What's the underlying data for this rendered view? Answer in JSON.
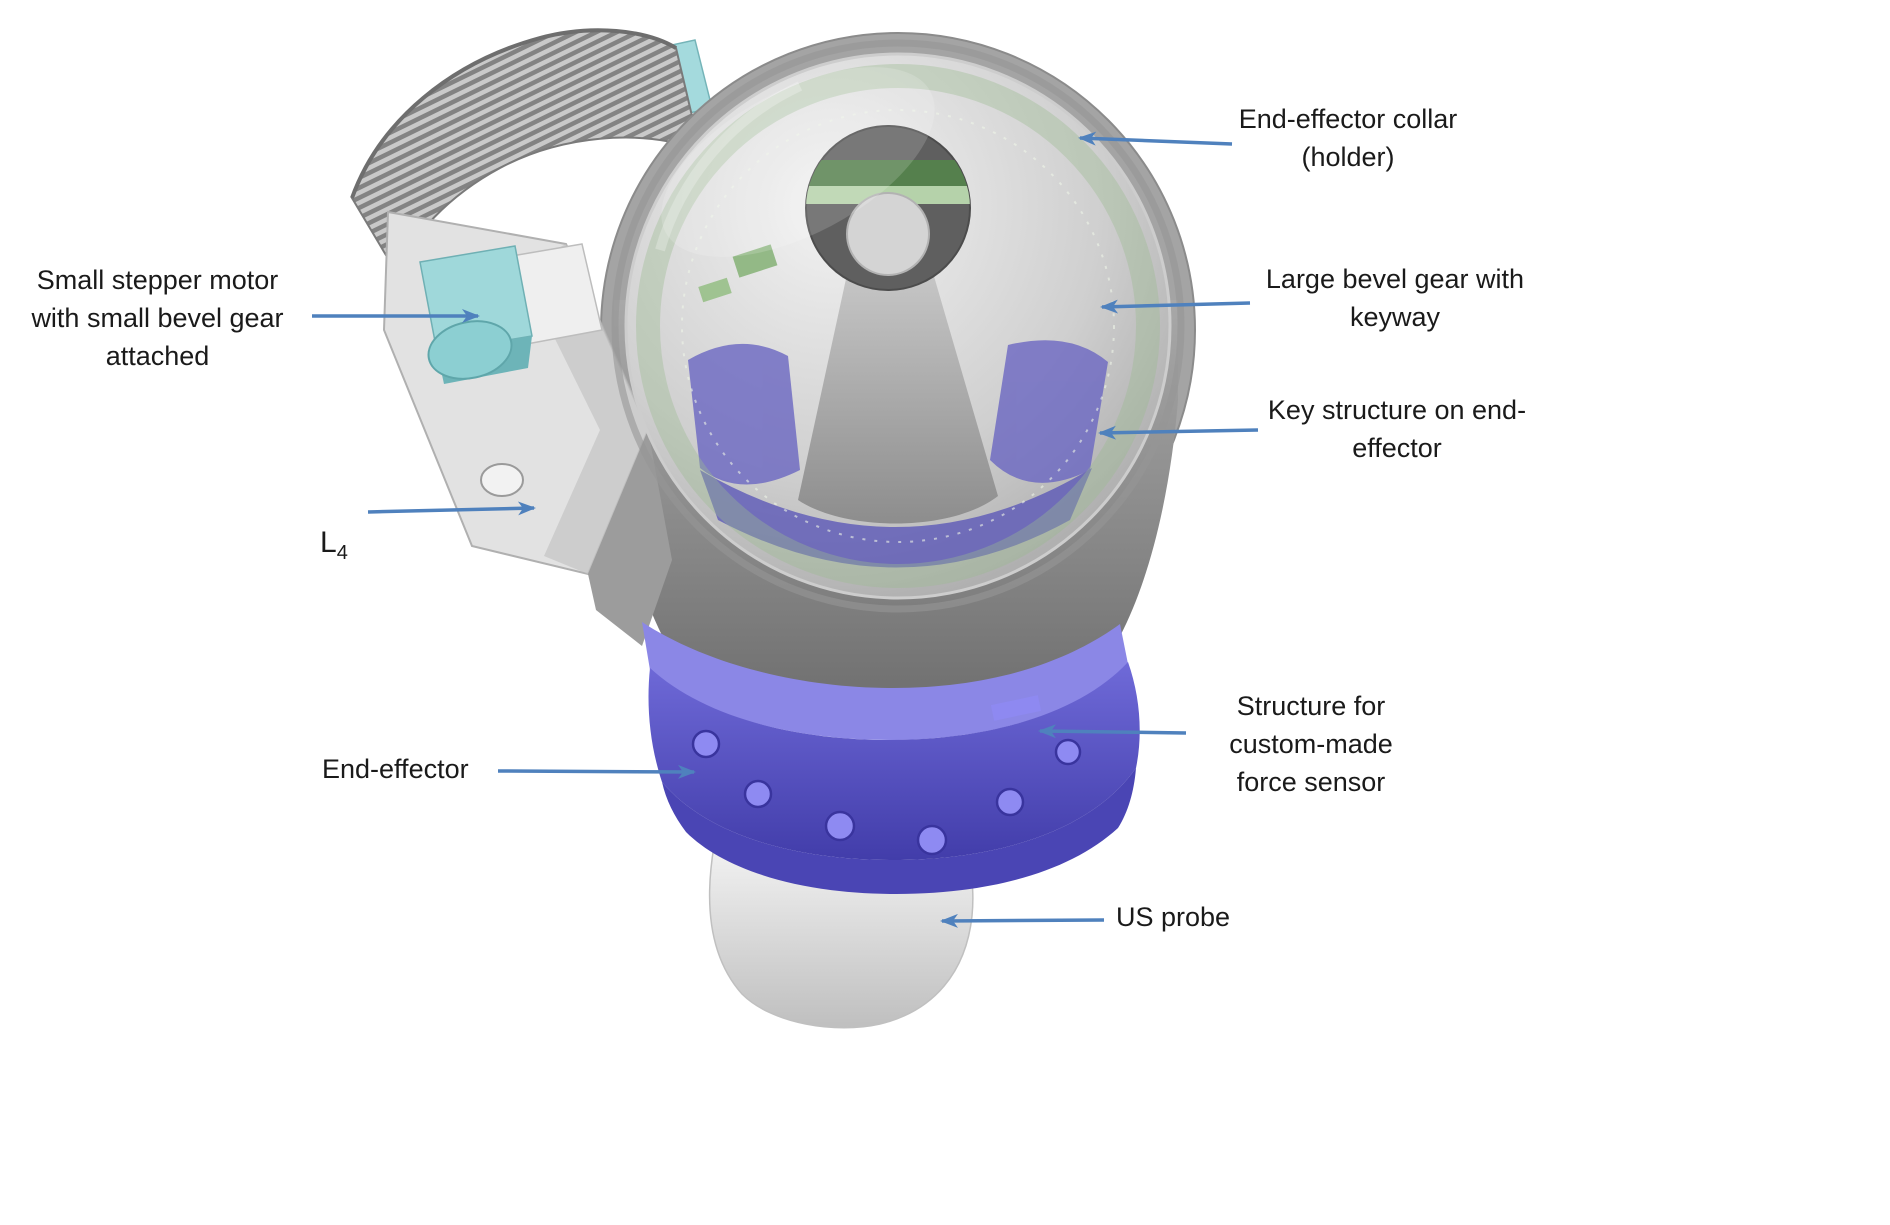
{
  "figure": {
    "arrow_color": "#4f81bd",
    "background": "#ffffff"
  },
  "labels": {
    "collar": "End-effector collar\n(holder)",
    "bevel_gear": "Large bevel gear with\nkeyway",
    "key_structure": "Key structure on end-\neffector",
    "force_sensor": "Structure for\ncustom-made\nforce sensor",
    "us_probe": "US probe",
    "stepper_motor": "Small stepper motor\nwith small bevel gear\nattached",
    "l4_main": "L",
    "l4_sub": "4",
    "end_effector": "End-effector"
  },
  "parts": {
    "collar_gray": "#a4a4a4",
    "body_gray": "#858585",
    "dome_glass_gray": "#cfcfcf",
    "internal_purple": "#6b67c2",
    "force_sensor_purple_light": "#8b87e6",
    "force_sensor_purple_dark": "#4a45b4",
    "bolt_hole_purple": "#8e8af2",
    "stepper_teal": "#9fd8da",
    "stepper_teal_dark": "#6db4b8",
    "green_ring": "#9cbb91",
    "green_band_dark": "#55804d",
    "green_band_light": "#b5d2aa",
    "probe_white": "#efefef"
  }
}
